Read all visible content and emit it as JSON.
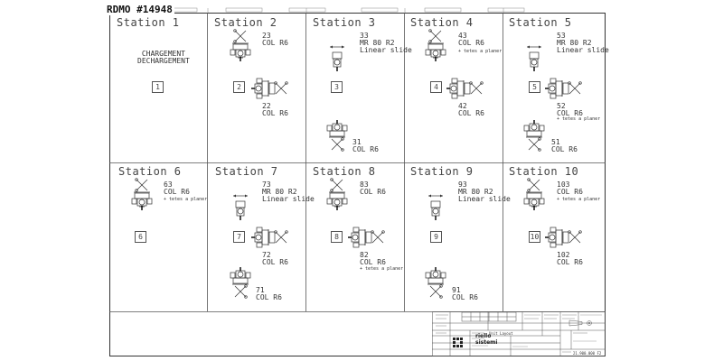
{
  "document": {
    "id_label": "RDMO #14948",
    "drawing_title": "Unit Layout",
    "drawing_number": "21.900.000 F2"
  },
  "logo": {
    "line1": "riello",
    "line2": "sistemi"
  },
  "stations": [
    {
      "title": "Station 1",
      "number": "1",
      "text": "CHARGEMENT\nDECHARGEMENT",
      "units": []
    },
    {
      "title": "Station 2",
      "number": "2",
      "units": [
        {
          "label": "23\nCOL R6",
          "note": ""
        },
        {
          "label": "22\nCOL R6",
          "note": ""
        }
      ]
    },
    {
      "title": "Station 3",
      "number": "3",
      "units": [
        {
          "label": "33\nMR 80 R2\nLinear slide",
          "note": ""
        },
        {
          "label": "31\nCOL R6",
          "note": ""
        }
      ]
    },
    {
      "title": "Station 4",
      "number": "4",
      "units": [
        {
          "label": "43\nCOL R6",
          "note": "+ tetes a planer"
        },
        {
          "label": "42\nCOL R6",
          "note": ""
        }
      ]
    },
    {
      "title": "Station 5",
      "number": "5",
      "units": [
        {
          "label": "53\nMR 80 R2\nLinear slide",
          "note": ""
        },
        {
          "label": "52\nCOL R6",
          "note": "+ tetes a planer"
        },
        {
          "label": "51\nCOL R6",
          "note": ""
        }
      ]
    },
    {
      "title": "Station 6",
      "number": "6",
      "units": [
        {
          "label": "63\nCOL R6",
          "note": "+ tetes a planer"
        }
      ]
    },
    {
      "title": "Station 7",
      "number": "7",
      "units": [
        {
          "label": "73\nMR 80 R2\nLinear slide",
          "note": ""
        },
        {
          "label": "72\nCOL R6",
          "note": ""
        },
        {
          "label": "71\nCOL R6",
          "note": ""
        }
      ]
    },
    {
      "title": "Station 8",
      "number": "8",
      "units": [
        {
          "label": "83\nCOL R6",
          "note": ""
        },
        {
          "label": "82\nCOL R6",
          "note": "+ tetes a planer"
        }
      ]
    },
    {
      "title": "Station 9",
      "number": "9",
      "units": [
        {
          "label": "93\nMR 80 R2\nLinear slide",
          "note": ""
        },
        {
          "label": "91\nCOL R6",
          "note": ""
        }
      ]
    },
    {
      "title": "Station 10",
      "number": "10",
      "units": [
        {
          "label": "103\nCOL R6",
          "note": "+ tetes a planer"
        },
        {
          "label": "102\nCOL R6",
          "note": ""
        }
      ]
    }
  ]
}
